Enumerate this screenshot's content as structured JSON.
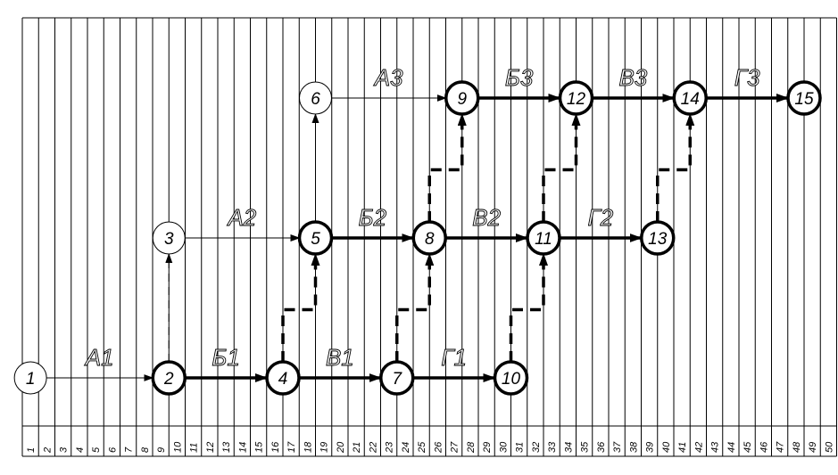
{
  "scale": {
    "ticks": [
      "1",
      "2",
      "3",
      "4",
      "5",
      "6",
      "7",
      "8",
      "9",
      "10",
      "11",
      "12",
      "13",
      "14",
      "15",
      "16",
      "17",
      "18",
      "19",
      "20",
      "21",
      "22",
      "23",
      "24",
      "25",
      "26",
      "27",
      "28",
      "29",
      "30",
      "31",
      "32",
      "33",
      "34",
      "35",
      "36",
      "37",
      "38",
      "39",
      "40",
      "41",
      "42",
      "43",
      "44",
      "45",
      "46",
      "47",
      "48",
      "49",
      "50"
    ]
  },
  "nodes": [
    {
      "id": "1",
      "label": "1",
      "col": 1,
      "row": 3,
      "thick": false
    },
    {
      "id": "2",
      "label": "2",
      "col": 9.5,
      "row": 3,
      "thick": true
    },
    {
      "id": "3",
      "label": "3",
      "col": 9.5,
      "row": 2,
      "thick": false
    },
    {
      "id": "4",
      "label": "4",
      "col": 16.5,
      "row": 3,
      "thick": true
    },
    {
      "id": "5",
      "label": "5",
      "col": 18.5,
      "row": 2,
      "thick": true
    },
    {
      "id": "6",
      "label": "6",
      "col": 18.5,
      "row": 1,
      "thick": false
    },
    {
      "id": "7",
      "label": "7",
      "col": 23.5,
      "row": 3,
      "thick": true
    },
    {
      "id": "8",
      "label": "8",
      "col": 25.5,
      "row": 2,
      "thick": true
    },
    {
      "id": "9",
      "label": "9",
      "col": 27.5,
      "row": 1,
      "thick": true
    },
    {
      "id": "10",
      "label": "10",
      "col": 30.5,
      "row": 3,
      "thick": true
    },
    {
      "id": "11",
      "label": "11",
      "col": 32.5,
      "row": 2,
      "thick": true
    },
    {
      "id": "12",
      "label": "12",
      "col": 34.5,
      "row": 1,
      "thick": true
    },
    {
      "id": "13",
      "label": "13",
      "col": 39.5,
      "row": 2,
      "thick": true
    },
    {
      "id": "14",
      "label": "14",
      "col": 41.5,
      "row": 1,
      "thick": true
    },
    {
      "id": "15",
      "label": "15",
      "col": 48.5,
      "row": 1,
      "thick": true
    }
  ],
  "works": [
    {
      "from": "1",
      "to": "2",
      "label": "А1",
      "style": "thin"
    },
    {
      "from": "2",
      "to": "4",
      "label": "Б1",
      "style": "bold"
    },
    {
      "from": "4",
      "to": "7",
      "label": "В1",
      "style": "bold"
    },
    {
      "from": "7",
      "to": "10",
      "label": "Г1",
      "style": "bold"
    },
    {
      "from": "3",
      "to": "5",
      "label": "А2",
      "style": "thin"
    },
    {
      "from": "5",
      "to": "8",
      "label": "Б2",
      "style": "bold"
    },
    {
      "from": "8",
      "to": "11",
      "label": "В2",
      "style": "bold"
    },
    {
      "from": "11",
      "to": "13",
      "label": "Г2",
      "style": "bold"
    },
    {
      "from": "6",
      "to": "9",
      "label": "А3",
      "style": "thin"
    },
    {
      "from": "9",
      "to": "12",
      "label": "Б3",
      "style": "bold"
    },
    {
      "from": "12",
      "to": "14",
      "label": "В3",
      "style": "bold"
    },
    {
      "from": "14",
      "to": "15",
      "label": "Г3",
      "style": "bold"
    }
  ],
  "dependencies": [
    {
      "from": "2",
      "to": "3",
      "style": "thin-dashed",
      "shape": "vertical"
    },
    {
      "from": "5",
      "to": "6",
      "style": "thin-dashed",
      "shape": "vertical"
    },
    {
      "from": "4",
      "to": "5",
      "style": "bold-dashed",
      "shape": "step"
    },
    {
      "from": "7",
      "to": "8",
      "style": "bold-dashed",
      "shape": "step"
    },
    {
      "from": "8",
      "to": "9",
      "style": "bold-dashed",
      "shape": "step"
    },
    {
      "from": "10",
      "to": "11",
      "style": "bold-dashed",
      "shape": "step"
    },
    {
      "from": "11",
      "to": "12",
      "style": "bold-dashed",
      "shape": "step"
    },
    {
      "from": "13",
      "to": "14",
      "style": "bold-dashed",
      "shape": "step"
    }
  ]
}
